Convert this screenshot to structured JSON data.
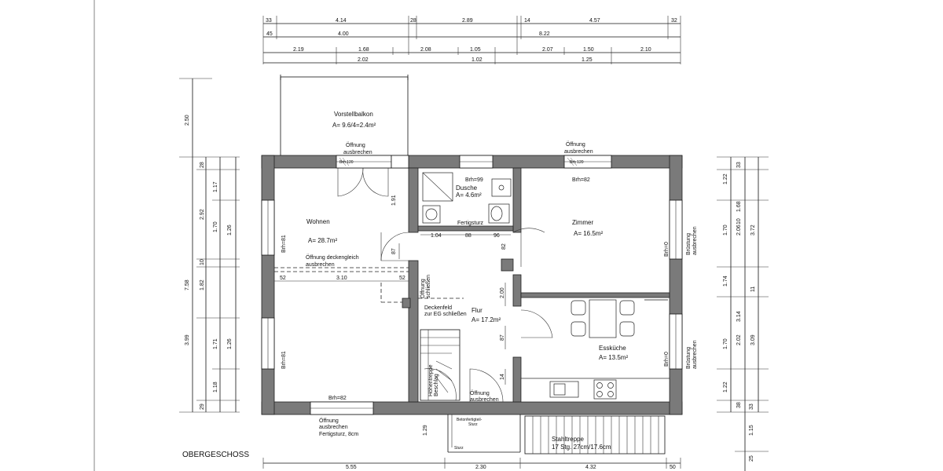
{
  "title": "OBERGESCHOSS",
  "rooms": {
    "balkon": {
      "name": "Vorstellbalkon",
      "area": "A= 9.6/4=2.4m²"
    },
    "wohnen": {
      "name": "Wohnen",
      "area": "A= 28.7m²"
    },
    "dusche": {
      "name": "Dusche",
      "area": "A= 4.6m²"
    },
    "zimmer": {
      "name": "Zimmer",
      "area": "A= 16.5m²"
    },
    "flur": {
      "name": "Flur",
      "area": "A= 17.2m²"
    },
    "esskueche": {
      "name": "Essküche",
      "area": "A= 13.5m²"
    }
  },
  "notes": {
    "oeffnung_top_left": [
      "Öffnung",
      "ausbrechen"
    ],
    "oeffnung_top_right": [
      "Öffnung",
      "ausbrechen"
    ],
    "oeffnung_deckengleich": [
      "Öffnung deckengleich",
      "ausbrechen"
    ],
    "oeffnung_bottom": [
      "Öffnung",
      "ausbrechen",
      "Fertigsturz, 8cm"
    ],
    "oeffnung_schliessen": [
      "Öffnung",
      "schließen"
    ],
    "oeffnung_flur_bottom": [
      "Öffnung",
      "ausbrechen"
    ],
    "deckenfeld": [
      "Deckenfeld",
      "zur EG schließen"
    ],
    "fertigsturz": "Fertigsturz",
    "bruestung_right1": [
      "Brüstung",
      "ausbrechen"
    ],
    "bruestung_right2": [
      "Brüstung",
      "ausbrechen"
    ],
    "stahltreppe": [
      "Stahltreppe",
      "17 Stg. 27cm/17.6cm"
    ],
    "betonfertigteil": [
      "Betonfertigteil-",
      "Sturz"
    ],
    "hoehentreppe": [
      "Höhentreppe",
      "Beschlag"
    ],
    "sturz_label": "Sturz"
  },
  "labels": {
    "brh_99": "Brh=99",
    "brh_82_top": "Brh=82",
    "brh_82_bottom": "Brh=82",
    "brh_81_upper": "Brh=81",
    "brh_81_lower": "Brh=81",
    "brh_0_upper": "Brh=0",
    "brh_0_lower": "Brh=0",
    "brh_120_left": "Brh 120",
    "brh_120_right": "Brh 120"
  },
  "dimensions": {
    "top_row1": [
      "33",
      "4.14",
      "28",
      "2.89",
      "14",
      "4.57",
      "32"
    ],
    "top_row2": [
      "45",
      "4.00",
      "8.22"
    ],
    "top_row3": [
      "2.19",
      "1.68",
      "2.08",
      "1.05",
      "2.07",
      "1.50",
      "2.10"
    ],
    "top_row4": [
      "2.02",
      "1.02",
      "1.25"
    ],
    "bottom_row": [
      "5.55",
      "2.30",
      "4.32",
      "50"
    ],
    "left_outer": [
      "2.50",
      "7.58",
      "3.99"
    ],
    "left_inner1": [
      "28",
      "2.92",
      "10",
      "1.82",
      "29"
    ],
    "left_inner2": [
      "1.17",
      "1.70",
      "1.71",
      "1.18"
    ],
    "left_inner3": [
      "1.26",
      "1.26"
    ],
    "right_inner1": [
      "1.22",
      "1.70",
      "1.74",
      "1.70",
      "1.22"
    ],
    "right_inner2": [
      "33",
      "2.06",
      "3.14",
      "38",
      "33"
    ],
    "right_inner3": [
      "1.68",
      "10",
      "2.02"
    ],
    "right_outer": [
      "3.72",
      "11",
      "3.09"
    ],
    "right_bottom": [
      "1.15",
      "25"
    ],
    "inner_flur": [
      "1.04",
      "88",
      "96",
      "82"
    ],
    "inner_wohnen": [
      "52",
      "3.10",
      "52"
    ],
    "inner_vertical": [
      "1.91",
      "87",
      "2.00",
      "87",
      "1.29",
      "14"
    ]
  }
}
